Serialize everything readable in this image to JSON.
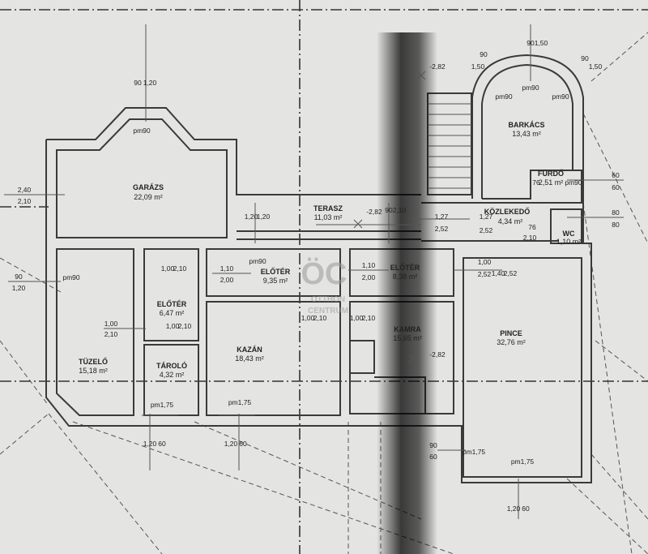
{
  "rooms": [
    {
      "name": "GARÁZS",
      "area": "22,09 m²"
    },
    {
      "name": "TERASZ",
      "area": "11,03 m²"
    },
    {
      "name": "BARKÁCS",
      "area": "13,43 m²"
    },
    {
      "name": "FÜRDŐ",
      "area": "2,51 m²"
    },
    {
      "name": "KÖZLEKEDŐ",
      "area": "4,34 m²"
    },
    {
      "name": "WC",
      "area": "1,10 m²"
    },
    {
      "name": "ELŐTÉR",
      "area": "9,35 m²"
    },
    {
      "name": "ELŐTÉR",
      "area": "8,38 m²"
    },
    {
      "name": "ELŐTÉR",
      "area": "6,47 m²"
    },
    {
      "name": "TÜZELŐ",
      "area": "15,18 m²"
    },
    {
      "name": "TÁROLÓ",
      "area": "4,32 m²"
    },
    {
      "name": "KAZÁN",
      "area": "18,43 m²"
    },
    {
      "name": "KAMRA",
      "area": "15,65 m²"
    },
    {
      "name": "PINCE",
      "area": "32,76 m²"
    }
  ],
  "dimensions": [
    "2,40",
    "2,10",
    "90",
    "1,20",
    "90",
    "1,20",
    "1,20",
    "1,20",
    "1,27",
    "2,52",
    "1,27",
    "2,52",
    "1,10",
    "2,00",
    "1,10",
    "2,00",
    "1,00",
    "2,52",
    "1,00",
    "2,10",
    "1,00",
    "2,10",
    "60",
    "60",
    "80",
    "80",
    "1,20",
    "60",
    "1,20",
    "60",
    "90",
    "60",
    "1,20",
    "60",
    "90",
    "1,50",
    "90",
    "1,50",
    "90",
    "1,50",
    "1,00",
    "2,10",
    "1,00",
    "2,10",
    "1,00",
    "2,10",
    "2,10",
    "90",
    "2,10",
    "76",
    "76",
    "1,40",
    "2,52"
  ],
  "openings": [
    "pm90",
    "pm90",
    "pm90",
    "pm90",
    "pm90",
    "pm90",
    "pm90",
    "pm1,75",
    "pm1,75",
    "pm1,75",
    "pm1,75"
  ],
  "levels": [
    "-2,82",
    "-2,82",
    "-2,82"
  ],
  "watermark": {
    "logo": "ÖC",
    "line1": "OTTHON",
    "line2": "CENTRUM"
  }
}
